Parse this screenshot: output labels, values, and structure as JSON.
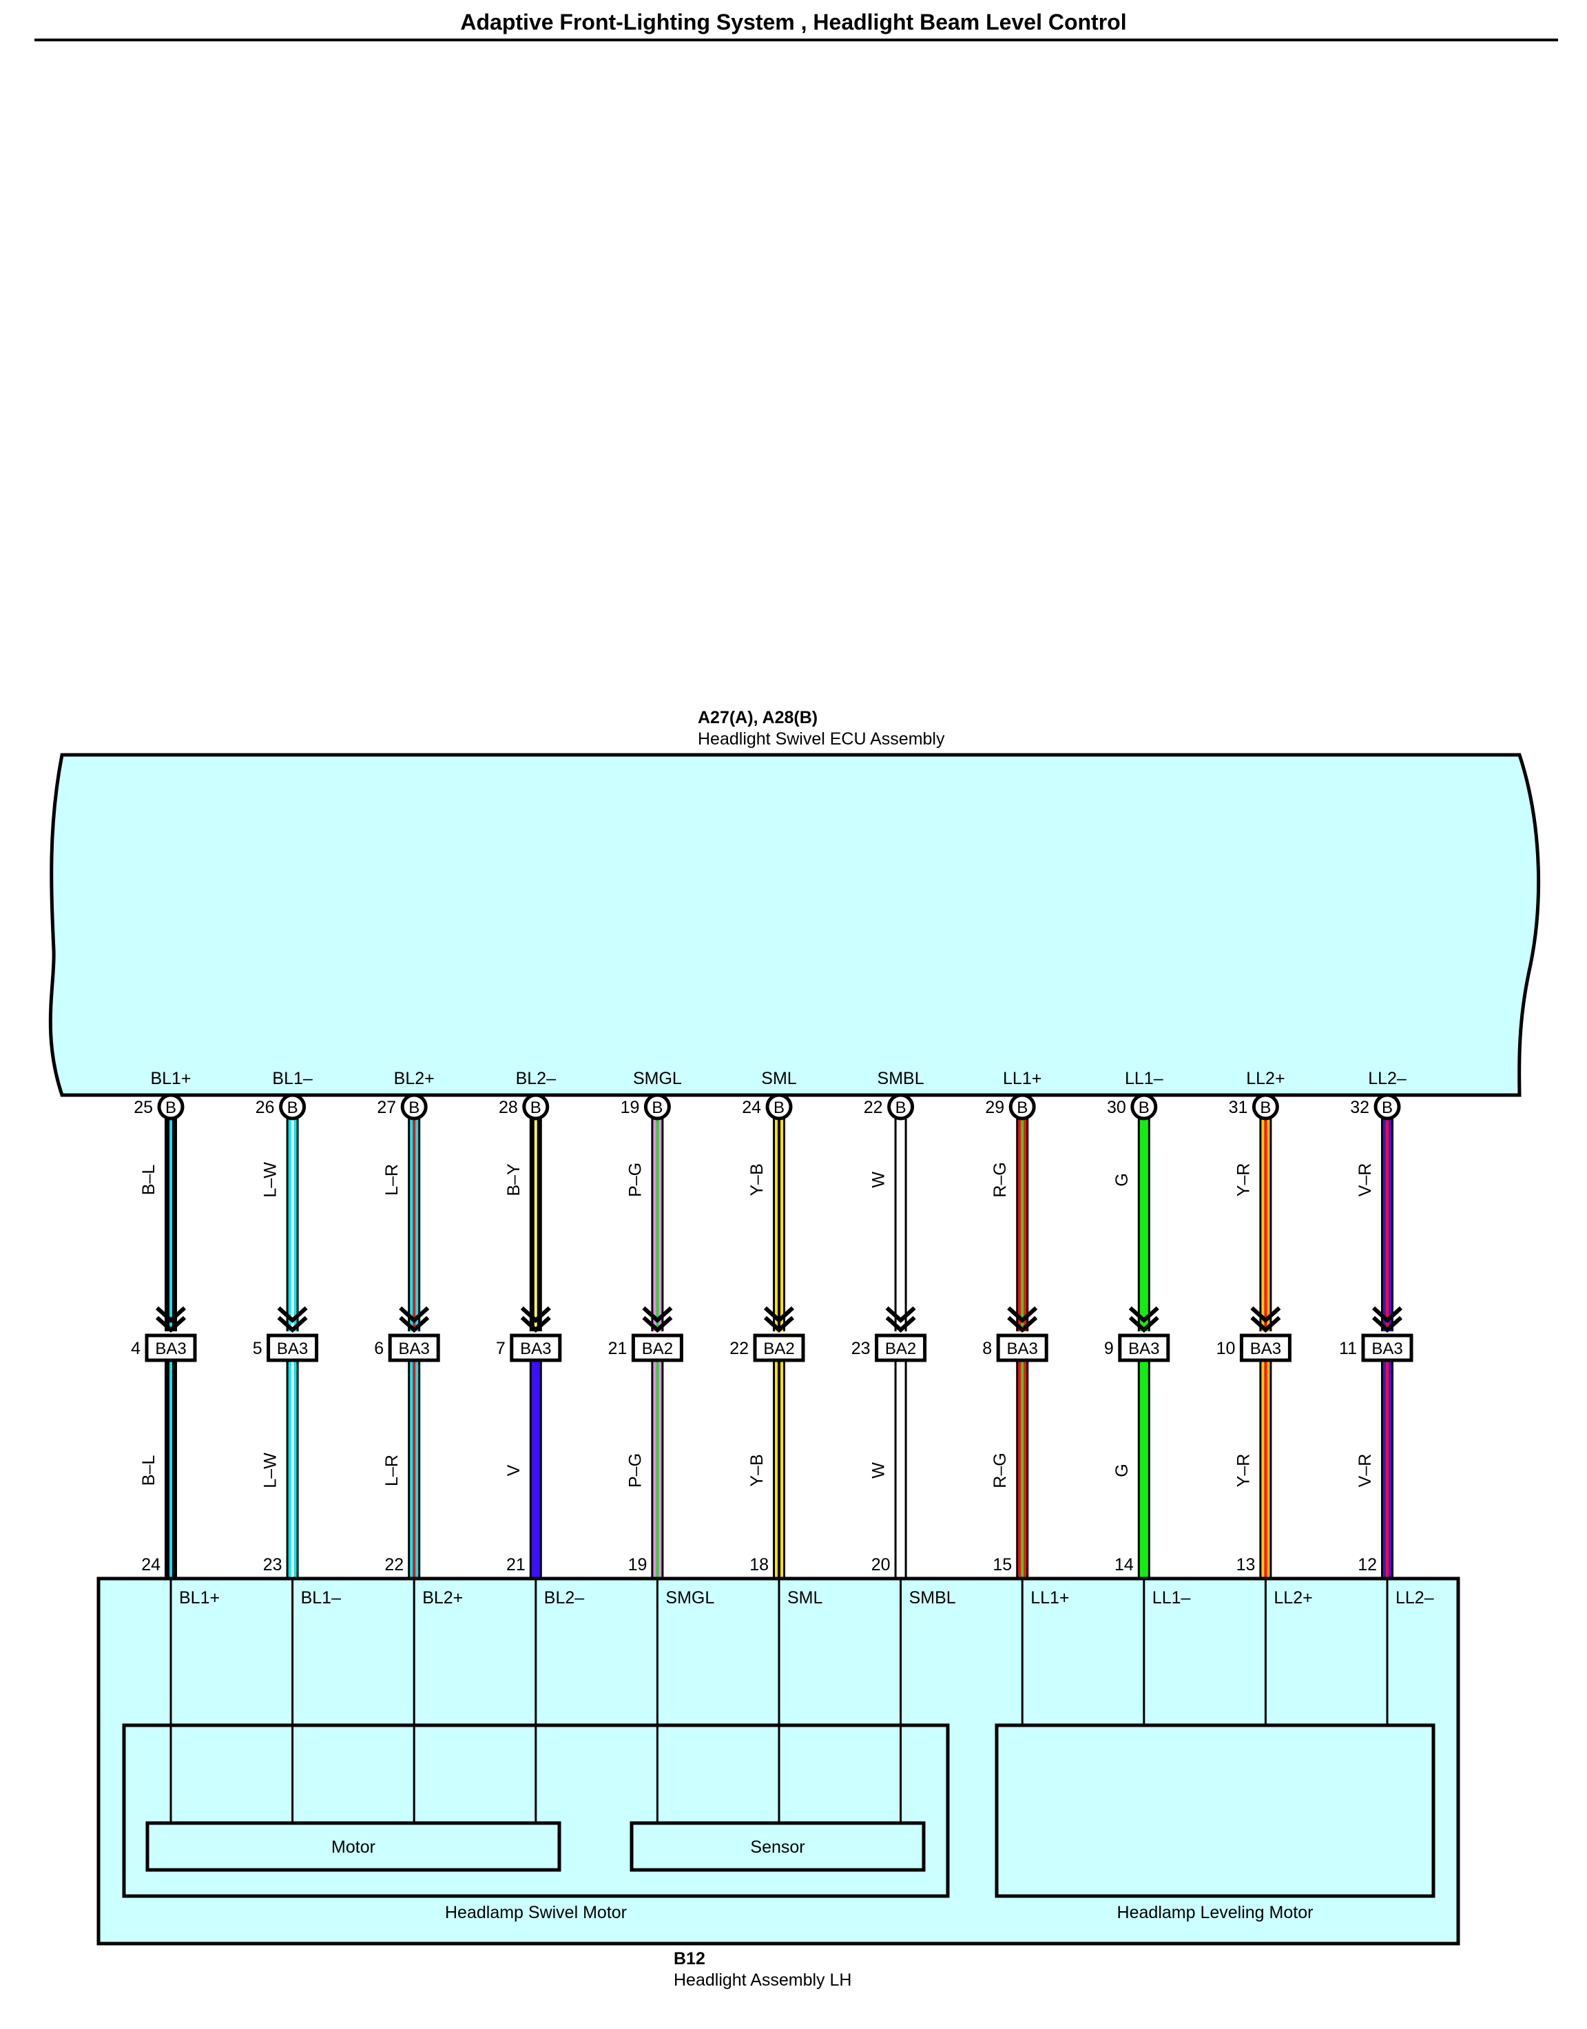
{
  "title": "Adaptive Front-Lighting System , Headlight Beam Level Control",
  "ecu": {
    "code": "A27(A), A28(B)",
    "name": "Headlight Swivel ECU Assembly",
    "connector_letter": "B"
  },
  "assembly": {
    "code": "B12",
    "name": "Headlight Assembly LH",
    "swivel_motor_label": "Headlamp Swivel Motor",
    "leveling_motor_label": "Headlamp Leveling Motor",
    "motor_label": "Motor",
    "sensor_label": "Sensor"
  },
  "circuits": [
    {
      "signal": "BL1+",
      "ecu_pin": "25",
      "upper_wire": "B–L",
      "junction_pin": "4",
      "junction": "BA3",
      "lower_wire": "B–L",
      "assy_pin": "24",
      "base": "#000000",
      "stripe": "#00e8f0",
      "lower_base": "#000000",
      "lower_stripe": "#00e8f0"
    },
    {
      "signal": "BL1–",
      "ecu_pin": "26",
      "upper_wire": "L–W",
      "junction_pin": "5",
      "junction": "BA3",
      "lower_wire": "L–W",
      "assy_pin": "23",
      "base": "#00e8f0",
      "stripe": "#ffffff",
      "lower_base": "#00e8f0",
      "lower_stripe": "#ffffff"
    },
    {
      "signal": "BL2+",
      "ecu_pin": "27",
      "upper_wire": "L–R",
      "junction_pin": "6",
      "junction": "BA3",
      "lower_wire": "L–R",
      "assy_pin": "22",
      "base": "#00e8f0",
      "stripe": "#ff1010",
      "lower_base": "#00e8f0",
      "lower_stripe": "#ff1010"
    },
    {
      "signal": "BL2–",
      "ecu_pin": "28",
      "upper_wire": "B–Y",
      "junction_pin": "7",
      "junction": "BA3",
      "lower_wire": "V",
      "assy_pin": "21",
      "base": "#000000",
      "stripe": "#f8f060",
      "lower_base": "#3a10ff",
      "lower_stripe": null
    },
    {
      "signal": "SMGL",
      "ecu_pin": "19",
      "upper_wire": "P–G",
      "junction_pin": "21",
      "junction": "BA2",
      "lower_wire": "P–G",
      "assy_pin": "19",
      "base": "#ee88ee",
      "stripe": "#22dd22",
      "lower_base": "#ee88ee",
      "lower_stripe": "#22dd22"
    },
    {
      "signal": "SML",
      "ecu_pin": "24",
      "upper_wire": "Y–B",
      "junction_pin": "22",
      "junction": "BA2",
      "lower_wire": "Y–B",
      "assy_pin": "18",
      "base": "#ffe000",
      "stripe": "#000000",
      "lower_base": "#ffe000",
      "lower_stripe": "#000000"
    },
    {
      "signal": "SMBL",
      "ecu_pin": "22",
      "upper_wire": "W",
      "junction_pin": "23",
      "junction": "BA2",
      "lower_wire": "W",
      "assy_pin": "20",
      "base": "#ffffff",
      "stripe": null,
      "lower_base": "#ffffff",
      "lower_stripe": null
    },
    {
      "signal": "LL1+",
      "ecu_pin": "29",
      "upper_wire": "R–G",
      "junction_pin": "8",
      "junction": "BA3",
      "lower_wire": "R–G",
      "assy_pin": "15",
      "base": "#ff1010",
      "stripe": "#22dd22",
      "lower_base": "#ff1010",
      "lower_stripe": "#22dd22"
    },
    {
      "signal": "LL1–",
      "ecu_pin": "30",
      "upper_wire": "G",
      "junction_pin": "9",
      "junction": "BA3",
      "lower_wire": "G",
      "assy_pin": "14",
      "base": "#10f010",
      "stripe": null,
      "lower_base": "#10f010",
      "lower_stripe": null
    },
    {
      "signal": "LL2+",
      "ecu_pin": "31",
      "upper_wire": "Y–R",
      "junction_pin": "10",
      "junction": "BA3",
      "lower_wire": "Y–R",
      "assy_pin": "13",
      "base": "#ffc800",
      "stripe": "#ff1010",
      "lower_base": "#ffc800",
      "lower_stripe": "#ff1010"
    },
    {
      "signal": "LL2–",
      "ecu_pin": "32",
      "upper_wire": "V–R",
      "junction_pin": "11",
      "junction": "BA3",
      "lower_wire": "V–R",
      "assy_pin": "12",
      "base": "#3a10ff",
      "stripe": "#ff1010",
      "lower_base": "#3a10ff",
      "lower_stripe": "#ff1010"
    }
  ],
  "colors": {
    "body_fill": "#ccffff",
    "outline": "#000000"
  }
}
